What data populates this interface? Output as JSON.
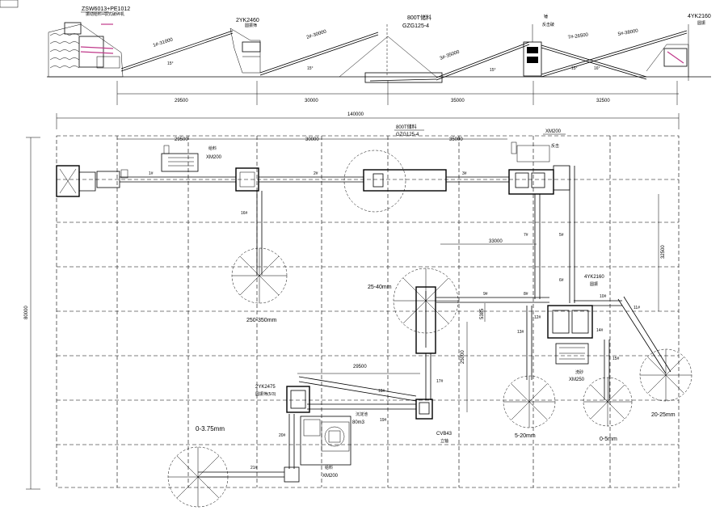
{
  "elevation": {
    "labels": {
      "jaw": "ZSW6013+PE1012",
      "jaw_sub": "振动给料+颚式破碎机",
      "screen1": "2YK2460",
      "screen1_sub": "圆振筛",
      "silo": "800T储料",
      "silo_sub": "GZG125-4",
      "cone": "锤",
      "cone_sub": "反击破",
      "screen2": "4YK2160",
      "screen2_sub": "圆振"
    },
    "belts": {
      "b1": "1#-31000",
      "b2": "2#-30000",
      "b3": "3#-35000",
      "b7": "7#-26500",
      "b5": "5#-38000",
      "b4": "4#"
    },
    "dims": [
      "29500",
      "30000",
      "35000",
      "32500"
    ],
    "angles": [
      "15°",
      "15°",
      "15°",
      "15°",
      "16°"
    ]
  },
  "plan": {
    "total_width": "140000",
    "total_height": "80000",
    "top_dims": [
      "29500",
      "30000",
      "35000"
    ],
    "labels": {
      "silo": "800T储料",
      "silo_sub": "GZG125-4",
      "feeder_top": "XM200",
      "feeder_top_sub": "给料",
      "cone_label": "XM200",
      "cone_sub": "反击",
      "screen_right": "4YK2160",
      "screen_right_sub": "圆振",
      "washer": "XM250",
      "washer_sub": "洗砂",
      "screen_left": "2YK2475",
      "screen_left_sub": "圆振筛(5/3)",
      "sand_tank": "80m3",
      "sand_tank_sub": "沉淀池",
      "feeder_bottom": "XM200",
      "feeder_bottom_sub": "给料",
      "crusher_bottom": "CVB43",
      "crusher_bottom_sub": "立轴"
    },
    "belts": [
      "1#",
      "2#",
      "3#",
      "16#",
      "7#",
      "5#",
      "6#",
      "8#",
      "9#",
      "10#",
      "11#",
      "12#",
      "13#",
      "14#",
      "15#",
      "17#",
      "18#",
      "19#",
      "20#",
      "21#"
    ],
    "piles": {
      "p1": "250-350mm",
      "p2": "25-40mm",
      "p3": "5-20mm",
      "p4": "0-5mm",
      "p5": "20-25mm",
      "p6": "0-3.75mm"
    },
    "inner_dims": {
      "d33000": "33000",
      "d32500": "32500",
      "d25000": "25000",
      "d5385": "5385",
      "d29500": "29500"
    }
  }
}
